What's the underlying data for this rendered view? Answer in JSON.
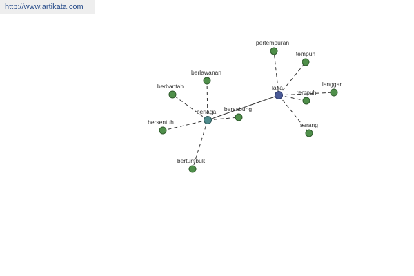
{
  "watermark": {
    "text": "http://www.artikata.com"
  },
  "colors": {
    "edge": "#333333",
    "leaf_fill": "#4f8f4a",
    "leaf_stroke": "#2e5a2c",
    "hub_laga_fill": "#4a5a96",
    "hub_laga_stroke": "#2a3566",
    "hub_berlaga_fill": "#4f8b8c",
    "hub_berlaga_stroke": "#2d5657",
    "label": "#333333"
  },
  "graph": {
    "nodes": [
      {
        "id": "laga",
        "label": "laga",
        "kind": "hub_laga"
      },
      {
        "id": "berlaga",
        "label": "berlaga",
        "kind": "hub_berlaga"
      },
      {
        "id": "pertempuran",
        "label": "pertempuran",
        "kind": "leaf"
      },
      {
        "id": "tempuh",
        "label": "tempuh",
        "kind": "leaf"
      },
      {
        "id": "rempuh",
        "label": "rempuh",
        "kind": "leaf"
      },
      {
        "id": "langgar",
        "label": "langgar",
        "kind": "leaf"
      },
      {
        "id": "serang",
        "label": "serang",
        "kind": "leaf"
      },
      {
        "id": "berlawanan",
        "label": "berlawanan",
        "kind": "leaf"
      },
      {
        "id": "berbantah",
        "label": "berbantah",
        "kind": "leaf"
      },
      {
        "id": "bersentuh",
        "label": "bersentuh",
        "kind": "leaf"
      },
      {
        "id": "bersabung",
        "label": "bersabung",
        "kind": "leaf"
      },
      {
        "id": "bertumbuk",
        "label": "bertumbuk",
        "kind": "leaf"
      }
    ],
    "edges": [
      {
        "from": "laga",
        "to": "berlaga",
        "style": "solid"
      },
      {
        "from": "laga",
        "to": "pertempuran",
        "style": "dashed"
      },
      {
        "from": "laga",
        "to": "tempuh",
        "style": "dashed"
      },
      {
        "from": "laga",
        "to": "rempuh",
        "style": "dashed"
      },
      {
        "from": "laga",
        "to": "langgar",
        "style": "dashed"
      },
      {
        "from": "laga",
        "to": "serang",
        "style": "dashed"
      },
      {
        "from": "berlaga",
        "to": "berlawanan",
        "style": "dashed"
      },
      {
        "from": "berlaga",
        "to": "berbantah",
        "style": "dashed"
      },
      {
        "from": "berlaga",
        "to": "bersentuh",
        "style": "dashed"
      },
      {
        "from": "berlaga",
        "to": "bersabung",
        "style": "dashed"
      },
      {
        "from": "berlaga",
        "to": "bertumbuk",
        "style": "dashed"
      }
    ]
  }
}
